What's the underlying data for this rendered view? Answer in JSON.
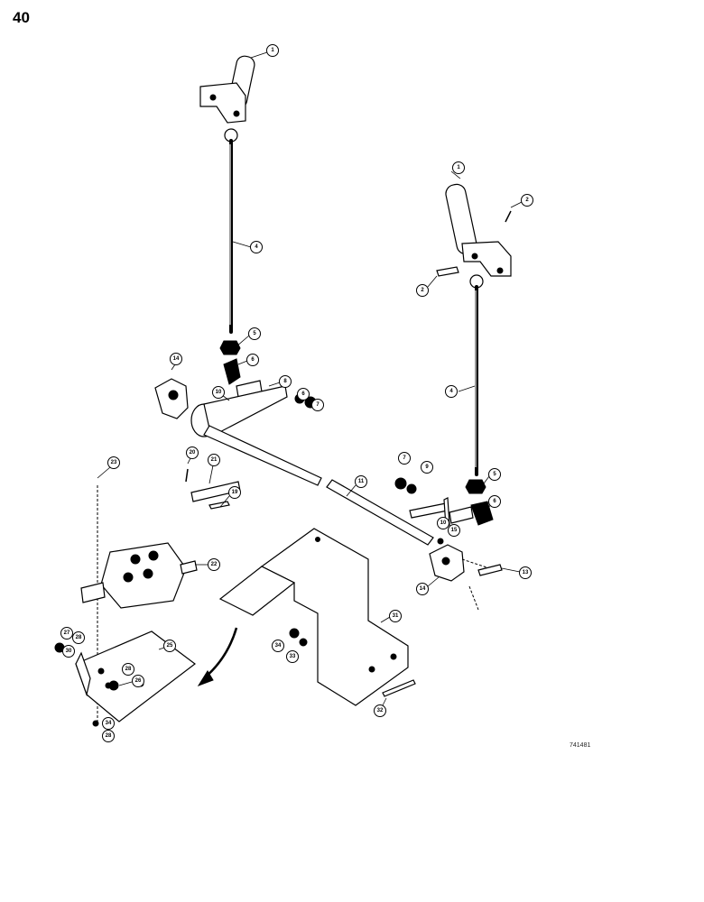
{
  "page_number": "40",
  "figure_number": "741481",
  "callouts": {
    "c1a": "1",
    "c1b": "1",
    "c2a": "2",
    "c2b": "2",
    "c4a": "4",
    "c4b": "4",
    "c5a": "5",
    "c5b": "5",
    "c6a": "6",
    "c6b": "6",
    "c6c": "6",
    "c7a": "7",
    "c7b": "7",
    "c8": "8",
    "c9": "9",
    "c10a": "10",
    "c10b": "10",
    "c11": "11",
    "c13": "13",
    "c14a": "14",
    "c14b": "14",
    "c15": "15",
    "c19": "19",
    "c20": "20",
    "c21": "21",
    "c22": "22",
    "c23": "23",
    "c25": "25",
    "c26": "26",
    "c27": "27",
    "c28a": "28",
    "c28b": "28",
    "c28c": "28",
    "c30": "30",
    "c31": "31",
    "c32": "32",
    "c33": "33",
    "c34a": "34",
    "c34b": "34"
  }
}
